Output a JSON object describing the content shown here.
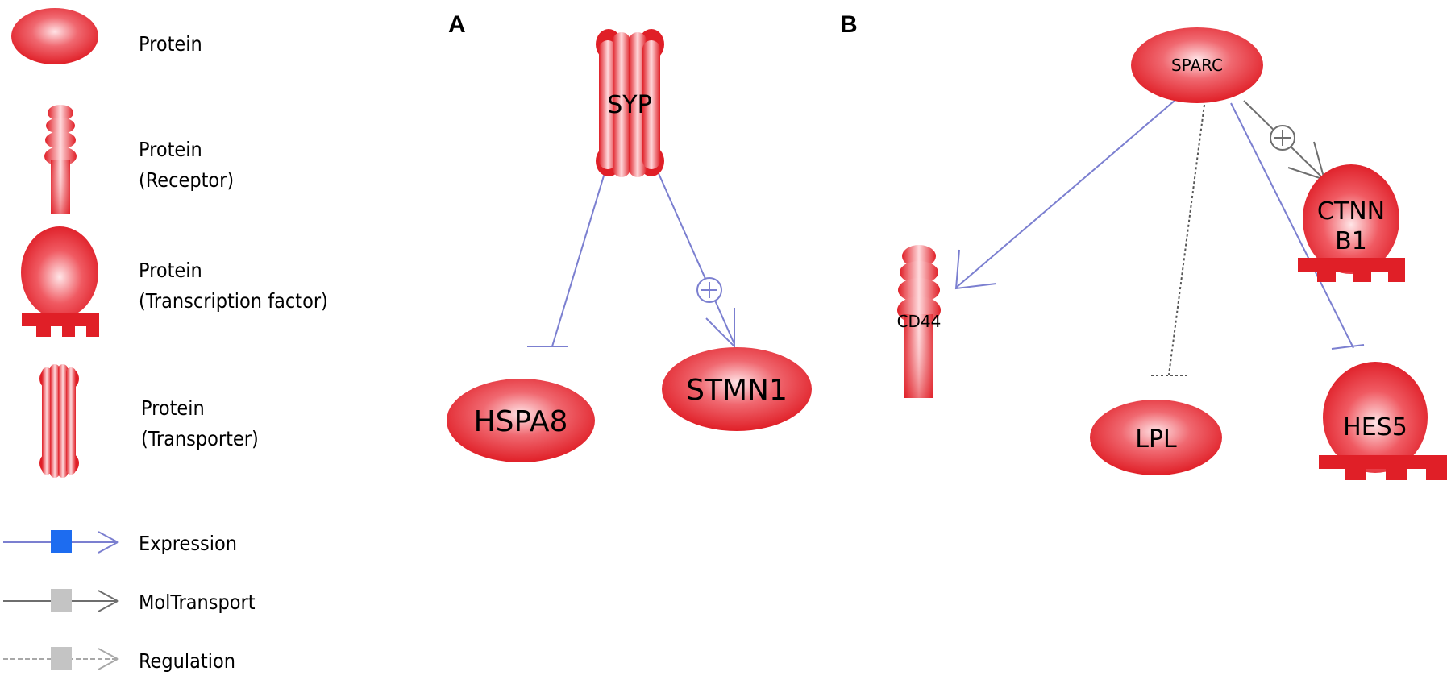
{
  "legend": {
    "protein": "Protein",
    "receptor_line1": "Protein",
    "receptor_line2": "(Receptor)",
    "tf_line1": "Protein",
    "tf_line2": "(Transcription factor)",
    "transporter_line1": "Protein",
    "transporter_line2": "(Transporter)",
    "expression": "Expression",
    "moltransport": "MolTransport",
    "regulation": "Regulation"
  },
  "panels": {
    "a": "A",
    "b": "B"
  },
  "nodes": {
    "syp": "SYP",
    "hspa8": "HSPA8",
    "stmn1": "STMN1",
    "sparc": "SPARC",
    "cd44": "CD44",
    "lpl": "LPL",
    "ctnnb1_line1": "CTNN",
    "ctnnb1_line2": "B1",
    "hes5": "HES5"
  },
  "colors": {
    "node_fill": "#e3242b",
    "node_highlight": "#ffe0e3",
    "expression_line": "#7b7fd0",
    "expression_marker": "#1d6cf0",
    "moltransport_line": "#6e6e6e",
    "regulation_line": "#a8a8a8",
    "legend_marker_grey": "#c4c4c4"
  }
}
